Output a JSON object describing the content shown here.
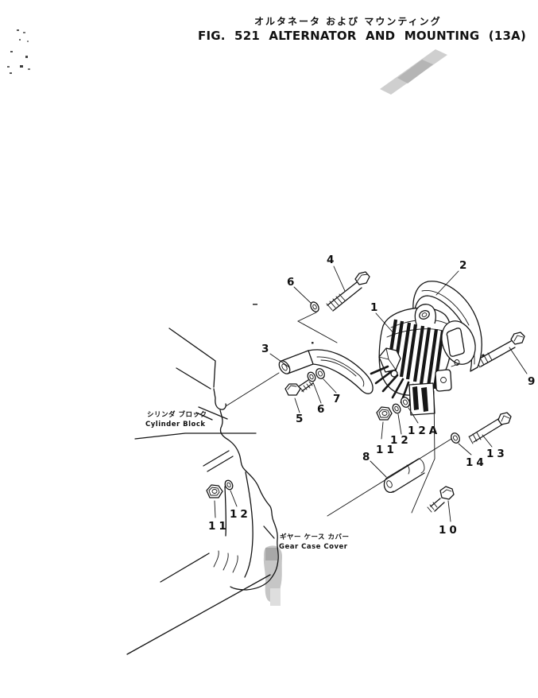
{
  "page": {
    "title_jp": "オルタネータ および マウンティング",
    "title_en": "FIG. 521 ALTERNATOR AND MOUNTING (13A)"
  },
  "annotations": {
    "cylinder_block_jp": "シリンダ ブロック",
    "cylinder_block_en": "Cylinder Block",
    "gear_case_jp": "ギヤー ケース カバー",
    "gear_case_en": "Gear Case Cover"
  },
  "part_labels": {
    "p1": "1",
    "p2": "2",
    "p3": "3",
    "p4": "4",
    "p5": "5",
    "p6_upper": "6",
    "p6_lower": "6",
    "p7": "7",
    "p8": "8",
    "p9": "9",
    "p10": "10",
    "p11_alternator": "11",
    "p11_block": "11",
    "p12_alternator": "12",
    "p12_block": "12",
    "p12A": "12A",
    "p13": "13",
    "p14": "14"
  },
  "colors": {
    "ink": "#141414",
    "paper": "#ffffff",
    "smudge_light": "#cccccc",
    "smudge_dark": "#a8a8a8"
  }
}
